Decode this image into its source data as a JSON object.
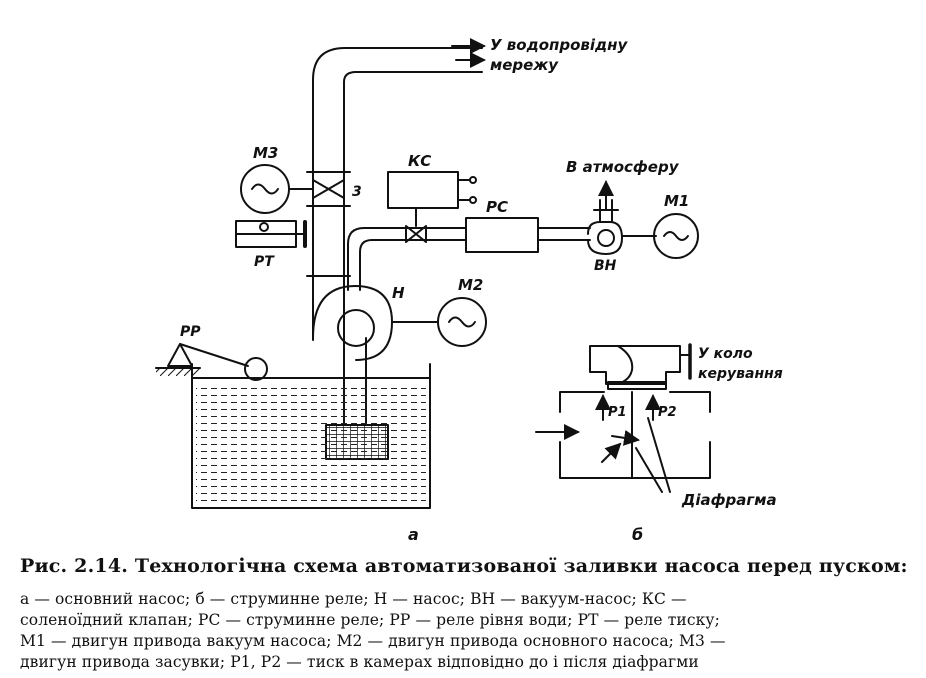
{
  "diagram": {
    "labels": {
      "to_network_line1": "У водопровідну",
      "to_network_line2": "мережу",
      "m3": "М3",
      "valve_3": "3",
      "ks": "КС",
      "rs": "РС",
      "to_atmosphere": "В атмосферу",
      "m1": "М1",
      "rt": "РТ",
      "vn": "ВН",
      "n": "Н",
      "m2": "М2",
      "rr": "РР",
      "control_line1": "У коло",
      "control_line2": "керування",
      "p1": "Р1",
      "p2": "Р2",
      "diaphragm": "Діафрагма",
      "sub_a": "а",
      "sub_b": "б"
    }
  },
  "caption": {
    "title": "Рис. 2.14. Технологічна схема автоматизованої заливки насоса перед пуском:",
    "line1": "а — основний насос; б — струминне реле; Н — насос; ВН — вакуум-насос; КС —",
    "line2": "соленоїдний клапан; РС — струминне реле; РР — реле рівня води; РТ — реле тиску;",
    "line3": "М1 — двигун привода вакуум насоса; М2 — двигун привода основного насоса; М3 —",
    "line4": "двигун привода засувки; Р1, Р2 — тиск в камерах відповідно до і після діафрагми"
  }
}
